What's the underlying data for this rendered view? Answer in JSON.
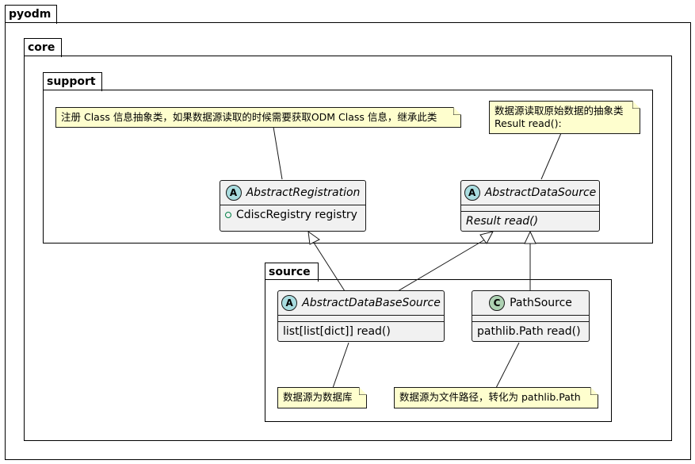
{
  "packages": {
    "pyodm": "pyodm",
    "core": "core",
    "support": "support",
    "source": "source"
  },
  "classes": {
    "abstract_registration": {
      "stereotype": "A",
      "name": "AbstractRegistration",
      "field": "CdiscRegistry registry"
    },
    "abstract_data_source": {
      "stereotype": "A",
      "name": "AbstractDataSource",
      "method": "Result read()"
    },
    "abstract_database_source": {
      "stereotype": "A",
      "name": "AbstractDataBaseSource",
      "method": "list[list[dict]] read()"
    },
    "path_source": {
      "stereotype": "C",
      "name": "PathSource",
      "method": "pathlib.Path read()"
    }
  },
  "notes": {
    "registration_note": "注册 Class 信息抽象类，如果数据源读取的时候需要获取ODM Class 信息，继承此类",
    "data_source_note_line1": "数据源读取原始数据的抽象类",
    "data_source_note_line2": "Result read():",
    "database_note": "数据源为数据库",
    "path_note": "数据源为文件路径，转化为 pathlib.Path"
  },
  "colors": {
    "class_fill": "#f1f1f1",
    "note_fill": "#fefece",
    "abstract_circle": "#a9dcdf",
    "class_circle": "#add1b2"
  }
}
